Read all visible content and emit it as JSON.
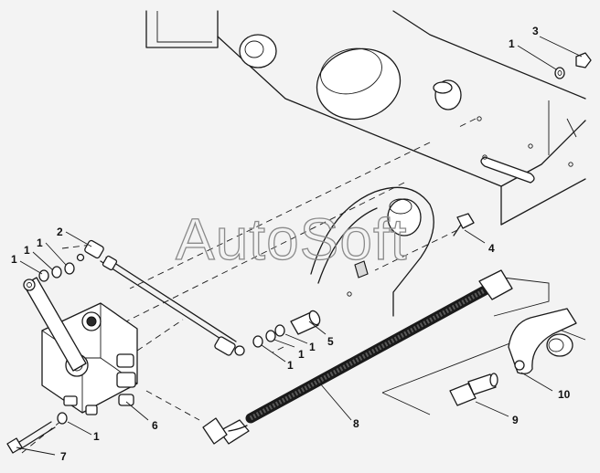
{
  "watermark": "AutoSoft",
  "callouts": {
    "c1a": "1",
    "c1b": "1",
    "c1c": "1",
    "c1d": "1",
    "c1e": "1",
    "c1f": "1",
    "c1g": "1",
    "c2": "2",
    "c3": "3",
    "c4": "4",
    "c5": "5",
    "c6": "6",
    "c7": "7",
    "c8": "8",
    "c9": "9",
    "c10": "10"
  }
}
